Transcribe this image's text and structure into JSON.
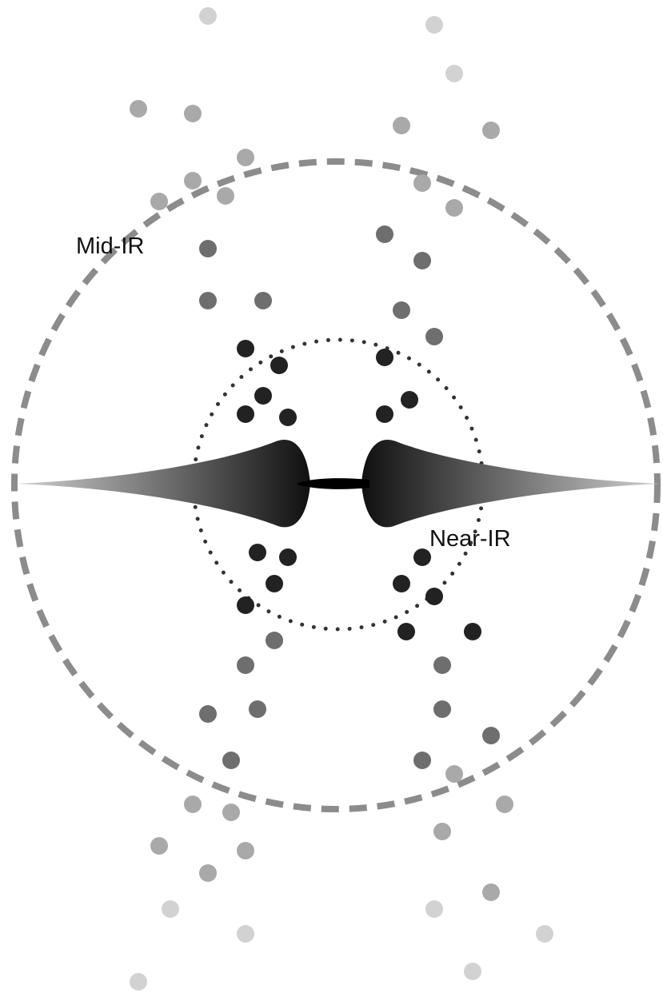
{
  "labels": {
    "mid_ir": "Mid-IR",
    "near_ir": "Near-IR"
  },
  "colors": {
    "background": "#ffffff",
    "mid_ir_ring": "#8c8c8c",
    "near_ir_ring": "#333333",
    "disk_dark": "#111111",
    "disk_light": "#cfcfcf",
    "dot_inner": "#222222",
    "dot_mid": "#6e6e6e",
    "dot_outer": "#a9a9a9",
    "dot_far": "#d2d2d2"
  },
  "rings": [
    {
      "name": "mid-ir-region",
      "style": "dashed"
    },
    {
      "name": "near-ir-region",
      "style": "dotted"
    }
  ],
  "dust_tiers": [
    "inner",
    "mid",
    "outer",
    "far"
  ]
}
